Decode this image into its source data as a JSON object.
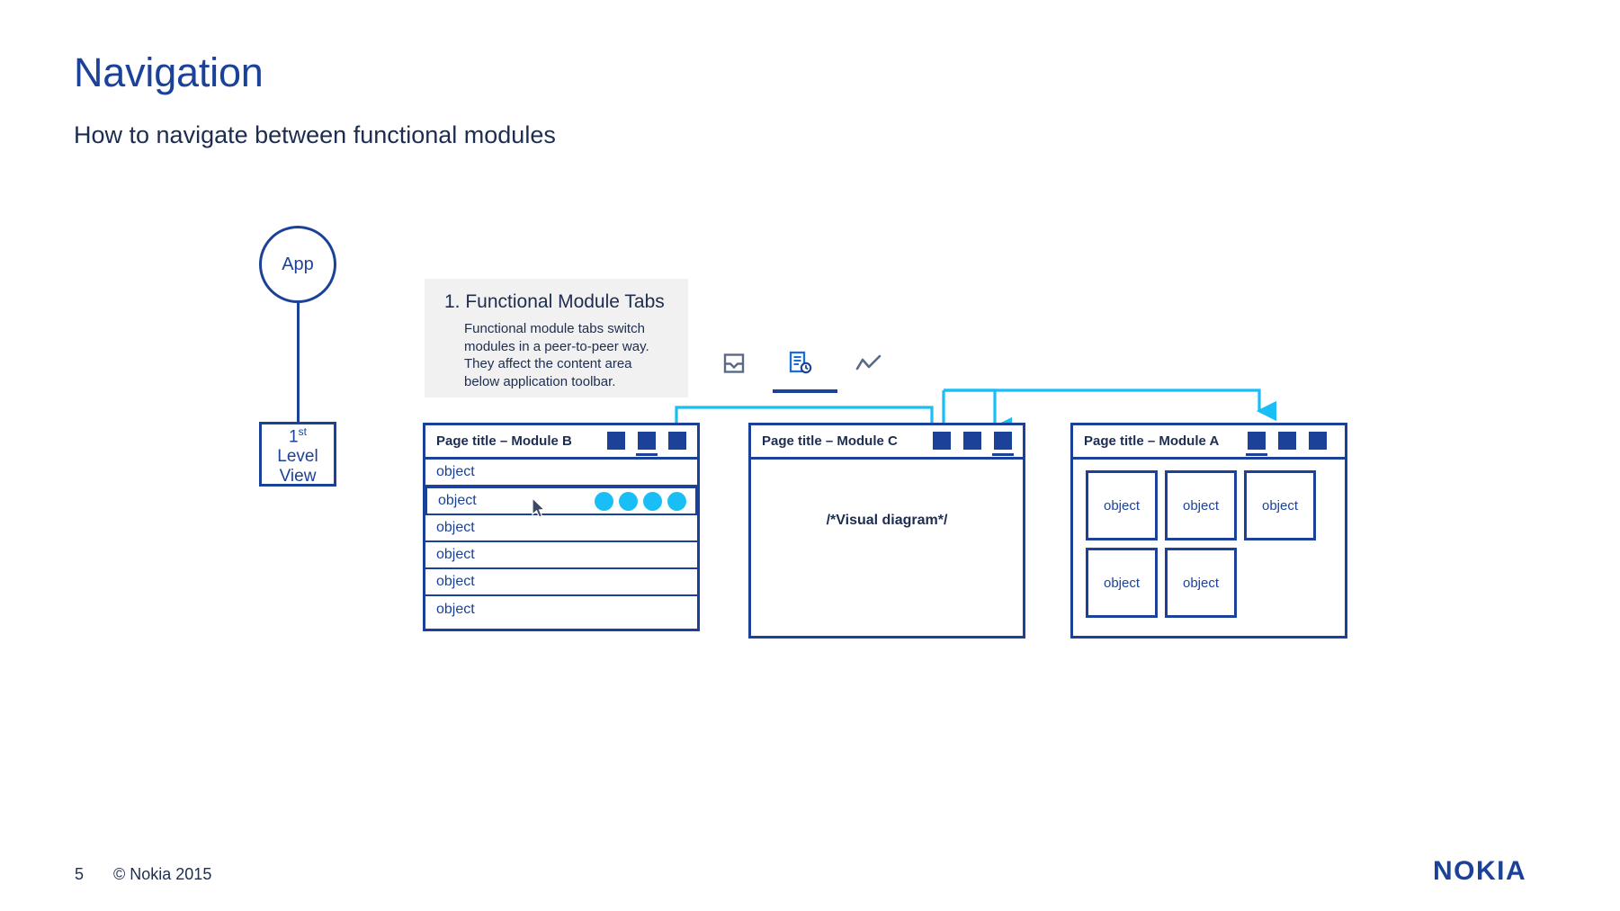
{
  "slide": {
    "title": "Navigation",
    "subtitle": "How to navigate between functional modules",
    "title_color": "#1B4298",
    "text_color": "#1D2D50",
    "accent_cyan": "#18BEF5"
  },
  "tree": {
    "app_node_label": "App",
    "level_box": {
      "number": "1",
      "ordinal_suffix": "st",
      "line2": "Level",
      "line3": "View"
    }
  },
  "callout": {
    "title": "1. Functional Module Tabs",
    "body": "Functional module tabs switch\nmodules in a peer-to-peer way.\nThey affect the content area\nbelow application toolbar.",
    "background": "#F1F1F1"
  },
  "app_toolbar": {
    "icons": [
      {
        "name": "inbox-tray-icon",
        "active": false,
        "color": "#5A6A85"
      },
      {
        "name": "document-clock-icon",
        "active": true,
        "color": "#1B6FD4"
      },
      {
        "name": "trend-line-chart-icon",
        "active": false,
        "color": "#5A6A85"
      }
    ],
    "active_index": 1
  },
  "modules": [
    {
      "id": "module-b",
      "title": "Page title – Module B",
      "active_tab_index": 1,
      "tab_count": 3,
      "content_type": "list",
      "rows": [
        {
          "label": "object",
          "hovered": false,
          "action_dots": 0
        },
        {
          "label": "object",
          "hovered": true,
          "action_dots": 4
        },
        {
          "label": "object",
          "hovered": false,
          "action_dots": 0
        },
        {
          "label": "object",
          "hovered": false,
          "action_dots": 0
        },
        {
          "label": "object",
          "hovered": false,
          "action_dots": 0
        },
        {
          "label": "object",
          "hovered": false,
          "action_dots": 0
        }
      ]
    },
    {
      "id": "module-c",
      "title": "Page title – Module C",
      "active_tab_index": 2,
      "tab_count": 3,
      "content_type": "canvas",
      "placeholder": "/*Visual diagram*/"
    },
    {
      "id": "module-a",
      "title": "Page title – Module A",
      "active_tab_index": 0,
      "tab_count": 3,
      "content_type": "cards",
      "cards": [
        {
          "label": "object"
        },
        {
          "label": "object"
        },
        {
          "label": "object"
        },
        {
          "label": "object"
        },
        {
          "label": "object"
        }
      ]
    }
  ],
  "footer": {
    "page_number": "5",
    "copyright": "© Nokia 2015",
    "brand": "NOKIA",
    "brand_color": "#1B4298"
  }
}
